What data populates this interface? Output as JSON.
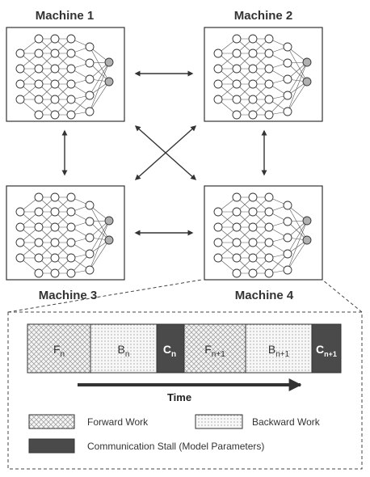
{
  "machines": [
    {
      "id": "m1",
      "label": "Machine 1"
    },
    {
      "id": "m2",
      "label": "Machine 2"
    },
    {
      "id": "m3",
      "label": "Machine 3"
    },
    {
      "id": "m4",
      "label": "Machine 4"
    }
  ],
  "timeline": {
    "blocks": [
      {
        "kind": "forward",
        "base": "F",
        "sub": "n"
      },
      {
        "kind": "backward",
        "base": "B",
        "sub": "n"
      },
      {
        "kind": "comm",
        "base": "C",
        "sub": "n"
      },
      {
        "kind": "forward",
        "base": "F",
        "sub": "n+1"
      },
      {
        "kind": "backward",
        "base": "B",
        "sub": "n+1"
      },
      {
        "kind": "comm",
        "base": "C",
        "sub": "n+1"
      }
    ],
    "axis_label": "Time"
  },
  "legend": {
    "forward": "Forward Work",
    "backward": "Backward Work",
    "comm": "Communication Stall (Model Parameters)"
  },
  "colors": {
    "comm_fill": "#4a4a4a",
    "border": "#333333",
    "node_fill": "#ffffff",
    "output_node_fill": "#b0b0b0"
  }
}
